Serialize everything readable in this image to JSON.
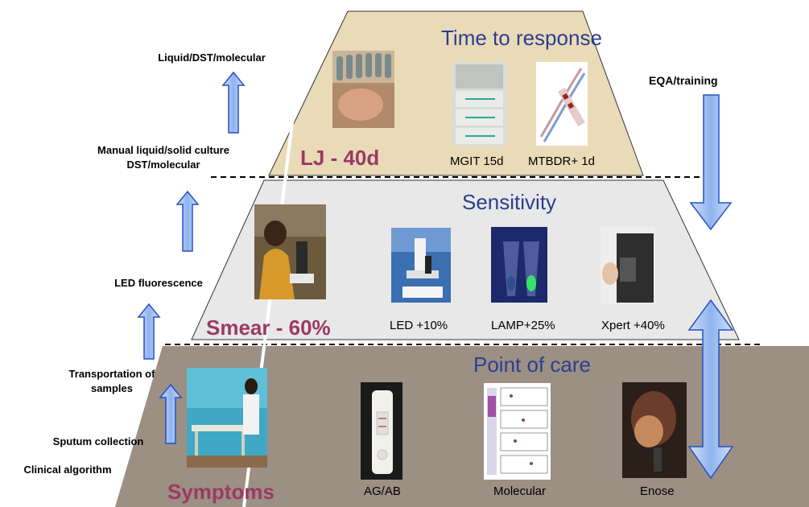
{
  "left_labels": {
    "liquid_dst": "Liquid/DST/molecular",
    "manual_culture_line1": "Manual liquid/solid culture",
    "manual_culture_line2": "DST/molecular",
    "led_fluorescence": "LED fluorescence",
    "transport_line1": "Transportation of",
    "transport_line2": "samples",
    "sputum": "Sputum collection",
    "clinical": "Clinical algorithm"
  },
  "right_labels": {
    "eqa": "EQA/training"
  },
  "tiers": {
    "top": {
      "heading": "Time to response",
      "tier_label": "LJ - 40d",
      "items": [
        {
          "caption": "MGIT 15d",
          "icon": "mgit-instrument"
        },
        {
          "caption": "MTBDR+ 1d",
          "icon": "dna-strip"
        }
      ]
    },
    "middle": {
      "heading": "Sensitivity",
      "tier_label": "Smear - 60%",
      "items": [
        {
          "caption": "LED +10%",
          "icon": "microscope"
        },
        {
          "caption": "LAMP+25%",
          "icon": "lamp-tubes"
        },
        {
          "caption": "Xpert +40%",
          "icon": "xpert-machine"
        }
      ]
    },
    "bottom": {
      "heading": "Point of care",
      "tier_label": "Symptoms",
      "items": [
        {
          "caption": "AG/AB",
          "icon": "test-strip"
        },
        {
          "caption": "Molecular",
          "icon": "molecular-chart"
        },
        {
          "caption": "Enose",
          "icon": "enose-person"
        }
      ]
    }
  },
  "colors": {
    "top_tier": "#eadbb8",
    "middle_tier": "#e8e8e8",
    "bottom_tier": "#9c8f84",
    "heading": "#2b3f8f",
    "tier_label": "#9b3a63",
    "arrow_fill": "#a9c6f2",
    "arrow_stroke": "#2a4fc4"
  }
}
